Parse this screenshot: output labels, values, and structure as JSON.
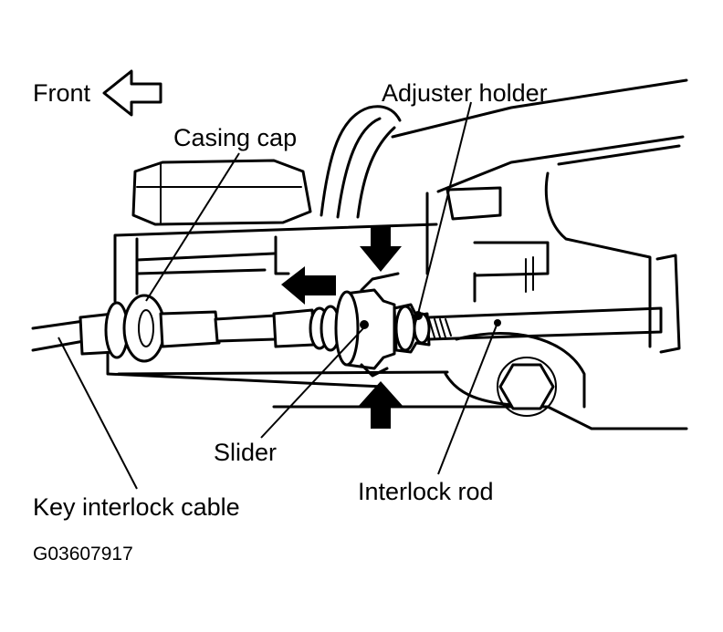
{
  "labels": {
    "front": "Front",
    "adjuster_holder": "Adjuster holder",
    "casing_cap": "Casing cap",
    "slider": "Slider",
    "interlock_rod": "Interlock rod",
    "key_interlock_cable": "Key interlock cable"
  },
  "figure_code": "G03607917"
}
